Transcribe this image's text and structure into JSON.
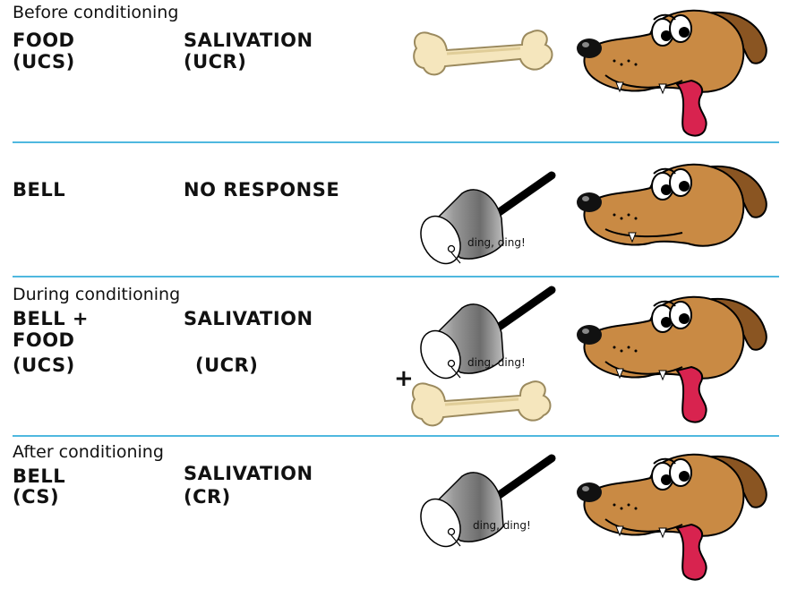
{
  "colors": {
    "divider": "#4fb8df",
    "bone": "#f5e6bd",
    "dog_fur": "#c98a44",
    "dog_ear": "#8a5522",
    "tongue": "#d8234f",
    "bell_metal": "#8c8c8c"
  },
  "panel1": {
    "heading": "Before conditioning",
    "stimulus": [
      "FOOD",
      "(UCS)"
    ],
    "response": [
      "SALIVATION",
      "(UCR)"
    ]
  },
  "panel2": {
    "stimulus": [
      "BELL"
    ],
    "response": [
      "NO RESPONSE"
    ],
    "bell_sound": "ding, ding!"
  },
  "panel3": {
    "heading": "During conditioning",
    "stimulus": [
      "BELL +",
      "FOOD",
      "(UCS)"
    ],
    "response": [
      "SALIVATION",
      "(UCR)"
    ],
    "plus": "+",
    "bell_sound": "ding, ding!"
  },
  "panel4": {
    "heading": "After conditioning",
    "stimulus": [
      "BELL",
      "(CS)"
    ],
    "response": [
      "SALIVATION",
      "(CR)"
    ],
    "bell_sound": "ding, ding!"
  },
  "icons": [
    "bone-icon",
    "bell-icon",
    "dog-salivating-icon",
    "dog-neutral-icon"
  ]
}
